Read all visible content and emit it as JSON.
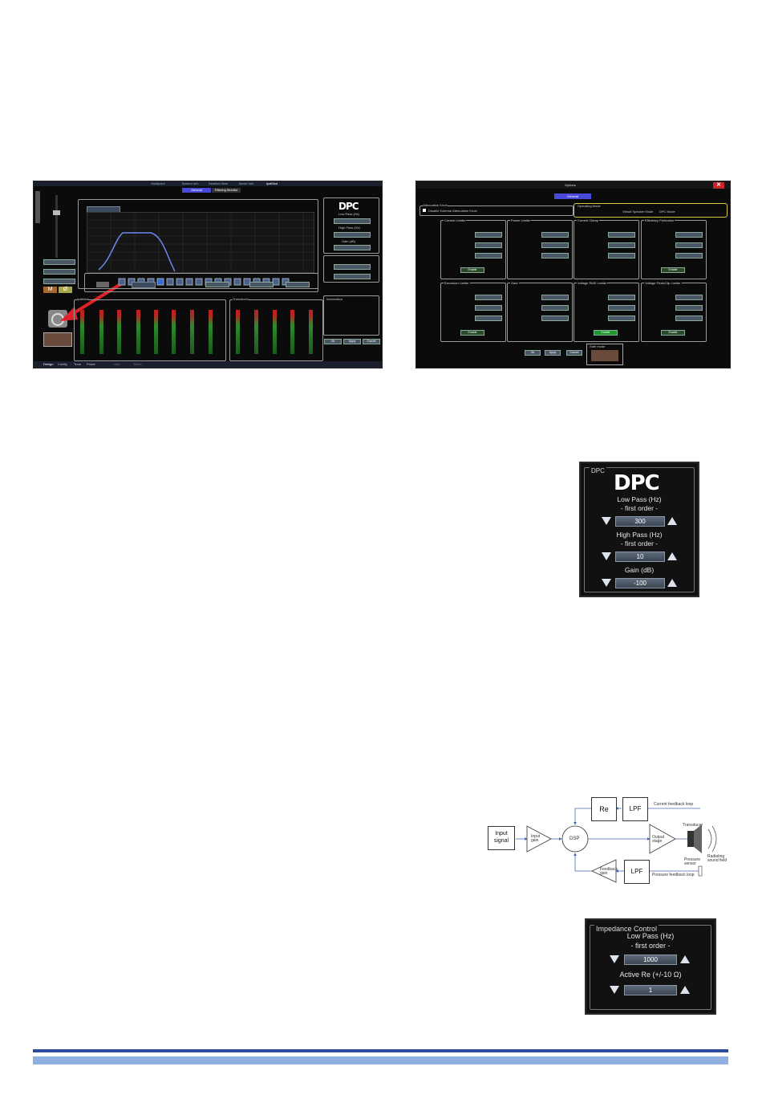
{
  "software": {
    "header_tabs": [
      "Multipoint",
      "System Info",
      "Detailed View",
      "Model Info",
      "IpalMod"
    ],
    "subtabs": [
      "General",
      "Filtering Monitor"
    ],
    "bottom_tabs": [
      "Design",
      "Config",
      "Tune",
      "Probe",
      "Link",
      "Mixer"
    ],
    "mute_label": "M",
    "phase_label": "Ø",
    "dpc_logo": "DPC",
    "dpc_low_pass": "Low Pass (Hz)",
    "dpc_high_pass": "High Pass (Hz)",
    "dpc_gain": "Gain (dB)",
    "meter_groups": [
      "IpalMod",
      "Transducer"
    ],
    "buttons": [
      "Ok",
      "Apply",
      "Cancel"
    ],
    "info_title": "Information",
    "accent": "#4a4ad8"
  },
  "options_dialog": {
    "title": "Options",
    "tab": "General",
    "attenuation_knob": "Attenuation Knob",
    "disable_knob": "Disable External Attenuation Knob",
    "operating_mode": "Operating Mode",
    "mode_virtual": "Virtual Speaker Mode",
    "mode_dpc": "DPC Mode",
    "groups": [
      "Current Limiter",
      "Power Limiter",
      "Current Clamp",
      "Efficiency Protection",
      "Excursion Limiter",
      "Gate",
      "Voltage RMS Limiter",
      "Voltage Peak/Clip Limiter"
    ],
    "enable": "Enable",
    "ok": "Ok",
    "apply": "Apply",
    "cancel": "Cancel",
    "safe_mode": "Safe mode",
    "highlight_color": "#d8c838"
  },
  "dpc_panel": {
    "title": "DPC",
    "logo": "DPC",
    "low_pass_label": "Low Pass  (Hz)",
    "low_pass_order": "- first order -",
    "low_pass_value": "300",
    "high_pass_label": "High Pass  (Hz)",
    "high_pass_order": "- first order -",
    "high_pass_value": "10",
    "gain_label": "Gain (dB)",
    "gain_value": "-100"
  },
  "diagram": {
    "input_signal": "Input\nsignal",
    "input_gain": "Input\ngain",
    "dsp": "DSP",
    "re": "Re",
    "lpf_top": "LPF",
    "lpf_bottom": "LPF",
    "current_loop": "Current feedback loop",
    "output_stage": "Output\nstage",
    "transducer": "Transducer",
    "radiating": "Radiating\nsound field",
    "pressure_sensor": "Pressure\nsensor",
    "feedback_gain": "Feedback\ngain",
    "pressure_loop": "Pressure feedback loop"
  },
  "impedance_panel": {
    "title": "Impedance Control",
    "low_pass_label": "Low Pass  (Hz)",
    "low_pass_order": "- first order -",
    "low_pass_value": "1000",
    "active_re_label": "Active Re (+/-10 Ω)",
    "active_re_value": "1"
  },
  "footer": {
    "bar_dark": "#2e4a9a",
    "bar_light": "#8fb0e0"
  }
}
